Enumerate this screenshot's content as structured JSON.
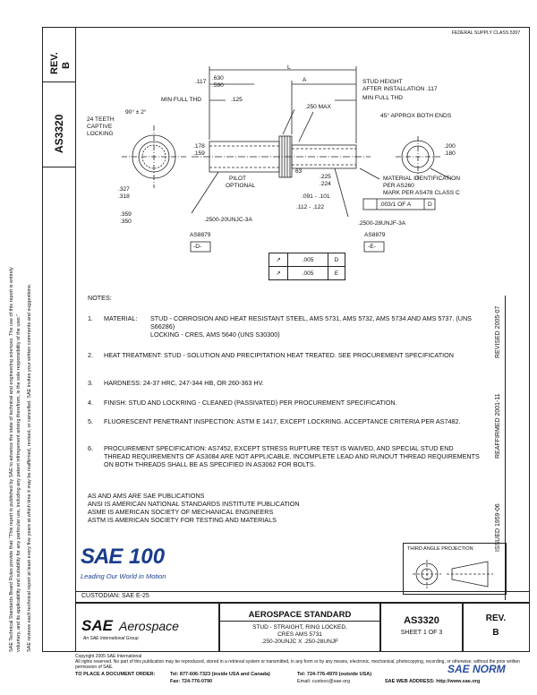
{
  "header": {
    "doc_label": "AS3320",
    "rev_label": "REV.",
    "rev_value": "B",
    "top_right_note": "FEDERAL SUPPLY CLASS 5307"
  },
  "side_text": {
    "line1": "SAE Technical Standards Board Rules provide that: \"This report is published by SAE to advance the state of technical and engineering sciences. The use of this report is entirely",
    "line2": "voluntary, and its applicability and suitability for any particular use, including any patent infringement arising therefrom, is the sole responsibility of the user.\"",
    "line3": "SAE reviews each technical report at least every five years at which time it may be reaffirmed, revised, or cancelled. SAE invites your written comments and suggestions."
  },
  "right_vertical": {
    "revised": "REVISED 2005-07",
    "reaffirmed": "REAFFIRMED 2001-11",
    "issued": "ISSUED 1959-06"
  },
  "drawing": {
    "L": "L",
    "A": "A",
    "dim_117": ".117",
    "dim_630": ".630",
    "dim_590": ".590",
    "dim_125": ".125",
    "min_full_thd_left": "MIN FULL THD",
    "min_full_thd_right": "MIN FULL THD",
    "stud_height": "STUD HEIGHT",
    "after_install": "AFTER INSTALLATION .117",
    "dim_250max": ".250 MAX",
    "approx_ends": "45° APPROX BOTH ENDS",
    "teeth": "24 TEETH",
    "captive": "CAPTIVE",
    "locking": "LOCKING",
    "angle": "90° ± 2°",
    "dim_178": ".178",
    "dim_159": ".159",
    "dim_327": ".327",
    "dim_318": ".318",
    "dim_359": ".359",
    "dim_350": ".350",
    "pilot": "PILOT",
    "optional": "OPTIONAL",
    "dim_63": "63",
    "dim_225": ".225",
    "dim_224": ".224",
    "dim_091": ".091 - .101",
    "dim_112": ".112 - .122",
    "dim_200": ".200",
    "dim_180": ".180",
    "material_id": "MATERIAL IDENTIFICATION",
    "per_as": "PER AS260",
    "mark": "MARK PER AS478 CLASS C",
    "fcf": ".003/1 OF A",
    "fcf_datum": "D",
    "thread_left": ".2500-20UNJC-3A",
    "thread_right": ".2500-28UNJF-3A",
    "as8879_left": "AS8879",
    "as8879_right": "AS8879",
    "datum_d": "-D-",
    "datum_e": "-E-",
    "tol_rows": [
      {
        "sym": "↗",
        "val": ".005",
        "datum": "D"
      },
      {
        "sym": "↗",
        "val": ".005",
        "datum": "E"
      }
    ]
  },
  "notes": {
    "heading": "NOTES:",
    "items": [
      {
        "num": "1.",
        "label": "MATERIAL:",
        "text": "STUD - CORROSION AND HEAT RESISTANT STEEL, AMS 5731, AMS 5732, AMS 5734 AND AMS 5737. (UNS S66286)\nLOCKING - CRES, AMS 5640 (UNS S30300)"
      },
      {
        "num": "2.",
        "label": "",
        "text": "HEAT TREATMENT: STUD - SOLUTION AND PRECIPITATION HEAT TREATED. SEE PROCUREMENT SPECIFICATION"
      },
      {
        "num": "3.",
        "label": "",
        "text": "HARDNESS: 24-37 HRC, 247-344 HB, OR 260-363 HV."
      },
      {
        "num": "4.",
        "label": "",
        "text": "FINISH: STUD AND LOCKRING - CLEANED (PASSIVATED) PER PROCUREMENT SPECIFICATION."
      },
      {
        "num": "5.",
        "label": "",
        "text": "FLUORESCENT PENETRANT INSPECTION: ASTM E 1417, EXCEPT LOCKRING. ACCEPTANCE CRITERIA PER AS7482."
      },
      {
        "num": "6.",
        "label": "",
        "text": "PROCUREMENT SPECIFICATION: AS7452, EXCEPT STRESS RUPTURE TEST IS WAIVED, AND SPECIAL STUD END THREAD REQUIREMENTS OF AS3084 ARE NOT APPLICABLE. INCOMPLETE LEAD AND RUNOUT THREAD REQUIREMENTS ON BOTH THREADS SHALL BE AS SPECIFIED IN AS3062 FOR BOLTS."
      }
    ],
    "publications": [
      "AS AND AMS ARE SAE PUBLICATIONS",
      "ANSI IS AMERICAN NATIONAL STANDARDS INSTITUTE PUBLICATION",
      "ASME IS AMERICAN SOCIETY OF MECHANICAL ENGINEERS",
      "ASTM IS AMERICAN SOCIETY FOR TESTING AND MATERIALS"
    ]
  },
  "logo": {
    "sae": "SAE",
    "hundred": "100",
    "tagline": "Leading Our World in Motion"
  },
  "projection": {
    "label": "THIRD ANGLE PROJECTION"
  },
  "title_block": {
    "custodian": "CUSTODIAN: SAE E-25",
    "brand_sae": "SAE",
    "brand_aero": "Aerospace",
    "brand_sub": "An SAE International Group",
    "standard": "AEROSPACE STANDARD",
    "desc1": "STUD - STRAIGHT, RING LOCKED,",
    "desc2": "CRES AMS 5731",
    "desc3": ".250-20UNJC X .250-28UNJF",
    "number": "AS3320",
    "sheet": "SHEET 1 OF 3",
    "rev_label": "REV.",
    "rev_value": "B"
  },
  "footer": {
    "copyright": "Copyright 2005 SAE International",
    "rights": "All rights reserved. No part of this publication may be reproduced, stored in a retrieval system or transmitted, in any form or by any means, electronic, mechanical, photocopying, recording, or otherwise, without the prior written permission of SAE.",
    "order_label": "TO PLACE A DOCUMENT ORDER:",
    "tel1": "Tel: 877-606-7323 (inside USA and Canada)",
    "tel2": "Tel: 724-776-4970 (outside USA)",
    "fax": "Fax: 724-776-0790",
    "email": "Email: custsvc@sae.org",
    "web": "SAE WEB ADDRESS: http://www.sae.org",
    "watermark": "SAE NORM"
  }
}
